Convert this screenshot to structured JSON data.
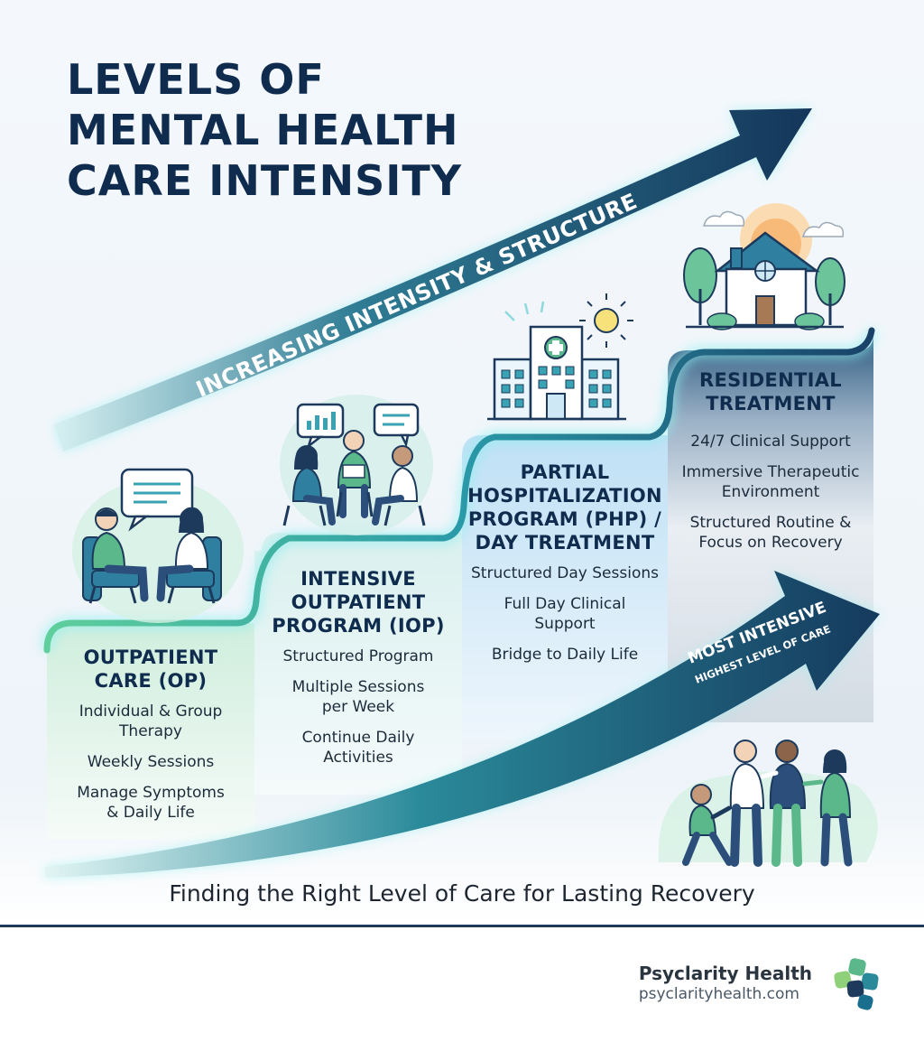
{
  "title_lines": [
    "LEVELS OF",
    "MENTAL HEALTH",
    "CARE INTENSITY"
  ],
  "arrow_label": "INCREASING INTENSITY & STRUCTURE",
  "intense_arrow": {
    "main": "MOST INTENSIVE",
    "sub": "HIGHEST LEVEL OF CARE"
  },
  "steps": [
    {
      "title": [
        "OUTPATIENT",
        "CARE (OP)"
      ],
      "items": [
        [
          "Individual & Group",
          "Therapy"
        ],
        [
          "Weekly Sessions"
        ],
        [
          "Manage Symptoms",
          "& Daily Life"
        ]
      ],
      "illustration": "counseling-session"
    },
    {
      "title": [
        "INTENSIVE",
        "OUTPATIENT",
        "PROGRAM (IOP)"
      ],
      "items": [
        [
          "Structured Program"
        ],
        [
          "Multiple Sessions",
          "per Week"
        ],
        [
          "Continue Daily",
          "Activities"
        ]
      ],
      "illustration": "group-therapy"
    },
    {
      "title": [
        "PARTIAL",
        "HOSPITALIZATION",
        "PROGRAM (PHP) /",
        "DAY TREATMENT"
      ],
      "items": [
        [
          "Structured Day Sessions"
        ],
        [
          "Full Day Clinical",
          "Support"
        ],
        [
          "Bridge to Daily Life"
        ]
      ],
      "illustration": "hospital"
    },
    {
      "title": [
        "RESIDENTIAL",
        "TREATMENT"
      ],
      "items": [
        [
          "24/7 Clinical Support"
        ],
        [
          "Immersive Therapeutic",
          "Environment"
        ],
        [
          "Structured Routine &",
          "Focus on Recovery"
        ]
      ],
      "illustration": "house"
    }
  ],
  "footer_tagline": "Finding the Right Level of Care for Lasting Recovery",
  "brand": {
    "name": "Psyclarity Health",
    "url": "psyclarityhealth.com"
  },
  "colors": {
    "navy": "#0f2c4e",
    "teal": "#2a8a9a",
    "glow": "#7fe6ea",
    "green": "#4caf7d",
    "panel_op": "#dff3e9",
    "panel_iop": "#e6f3f4",
    "panel_php": "#d4e9f7",
    "panel_res": "#e8edf2"
  }
}
